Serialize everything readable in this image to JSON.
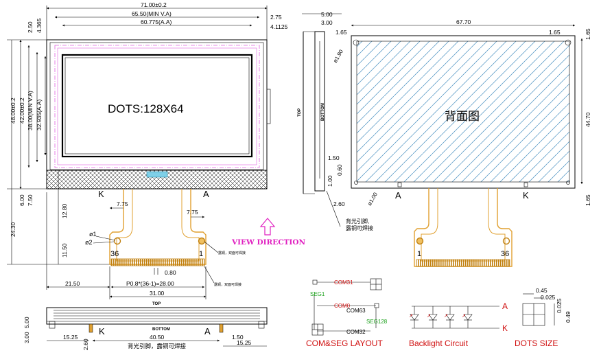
{
  "front_view": {
    "dims_top": [
      "71.00±0.2",
      "65.50(MIN V.A)",
      "2.75",
      "60.775(A.A)",
      "4.1125"
    ],
    "dims_left": [
      "2.50",
      "4.365",
      "48.00±0.2",
      "42.00±0.2",
      "38.00(MIN V.A)",
      "32.935(A.A)",
      "6.00",
      "7.50",
      "24.30",
      "12.80",
      "11.50"
    ],
    "display_label": "DOTS:128X64",
    "pin_labels": {
      "k": "K",
      "a": "A"
    },
    "fpc_dims": [
      "7.75",
      "7.75",
      "0.80",
      "21.50",
      "P0.8*(36-1)=28.00",
      "31.00"
    ],
    "pin_first": "36",
    "pin_last": "1",
    "hole_labels": [
      "ø1",
      "ø2"
    ],
    "view_direction": "VIEW DIRECTION"
  },
  "side_view": {
    "top_label": "TOP",
    "bottom_label": "BOTTOM",
    "dims": [
      "5.00",
      "3.00",
      "1.50",
      "0.60",
      "1.00",
      "2.60"
    ],
    "note": "背光引脚,\n露铜可焊接"
  },
  "back_view": {
    "dims": [
      "1.65",
      "67.70",
      "1.65",
      "1.65",
      "44.70",
      "1.65"
    ],
    "hole_labels": [
      "ø1.90",
      "ø1.00"
    ],
    "center_label": "背面图",
    "pin_labels": {
      "a": "A",
      "k": "K"
    },
    "pin_first": "1",
    "pin_last": "36"
  },
  "bottom_view": {
    "top_label": "TOP",
    "bottom_label": "BOTTOM",
    "dims": [
      "5.00",
      "3.00",
      "2.60",
      "15.25",
      "40.50",
      "1.50",
      "15.25"
    ],
    "pin_labels": {
      "k": "K",
      "a": "A"
    },
    "note": "背光引脚，露铜可焊接"
  },
  "com_seg": {
    "labels": [
      "COM31",
      "SEG1",
      "COM0",
      "COM63",
      "SEG128",
      "COM32"
    ],
    "caption": "COM&SEG LAYOUT"
  },
  "backlight": {
    "pin_a": "A",
    "pin_k": "K",
    "caption": "Backlight Circuit"
  },
  "dots_size": {
    "dims": [
      "0.45",
      "0.025",
      "0.025",
      "0.49"
    ],
    "caption": "DOTS SIZE"
  },
  "colors": {
    "red_text": "#d01010",
    "green_text": "#1aa01a",
    "view_direction": "#e020c0",
    "fpc_orange": "#e0a030",
    "hatch_blue": "#4a90c0",
    "pink_line": "#e060e0"
  }
}
